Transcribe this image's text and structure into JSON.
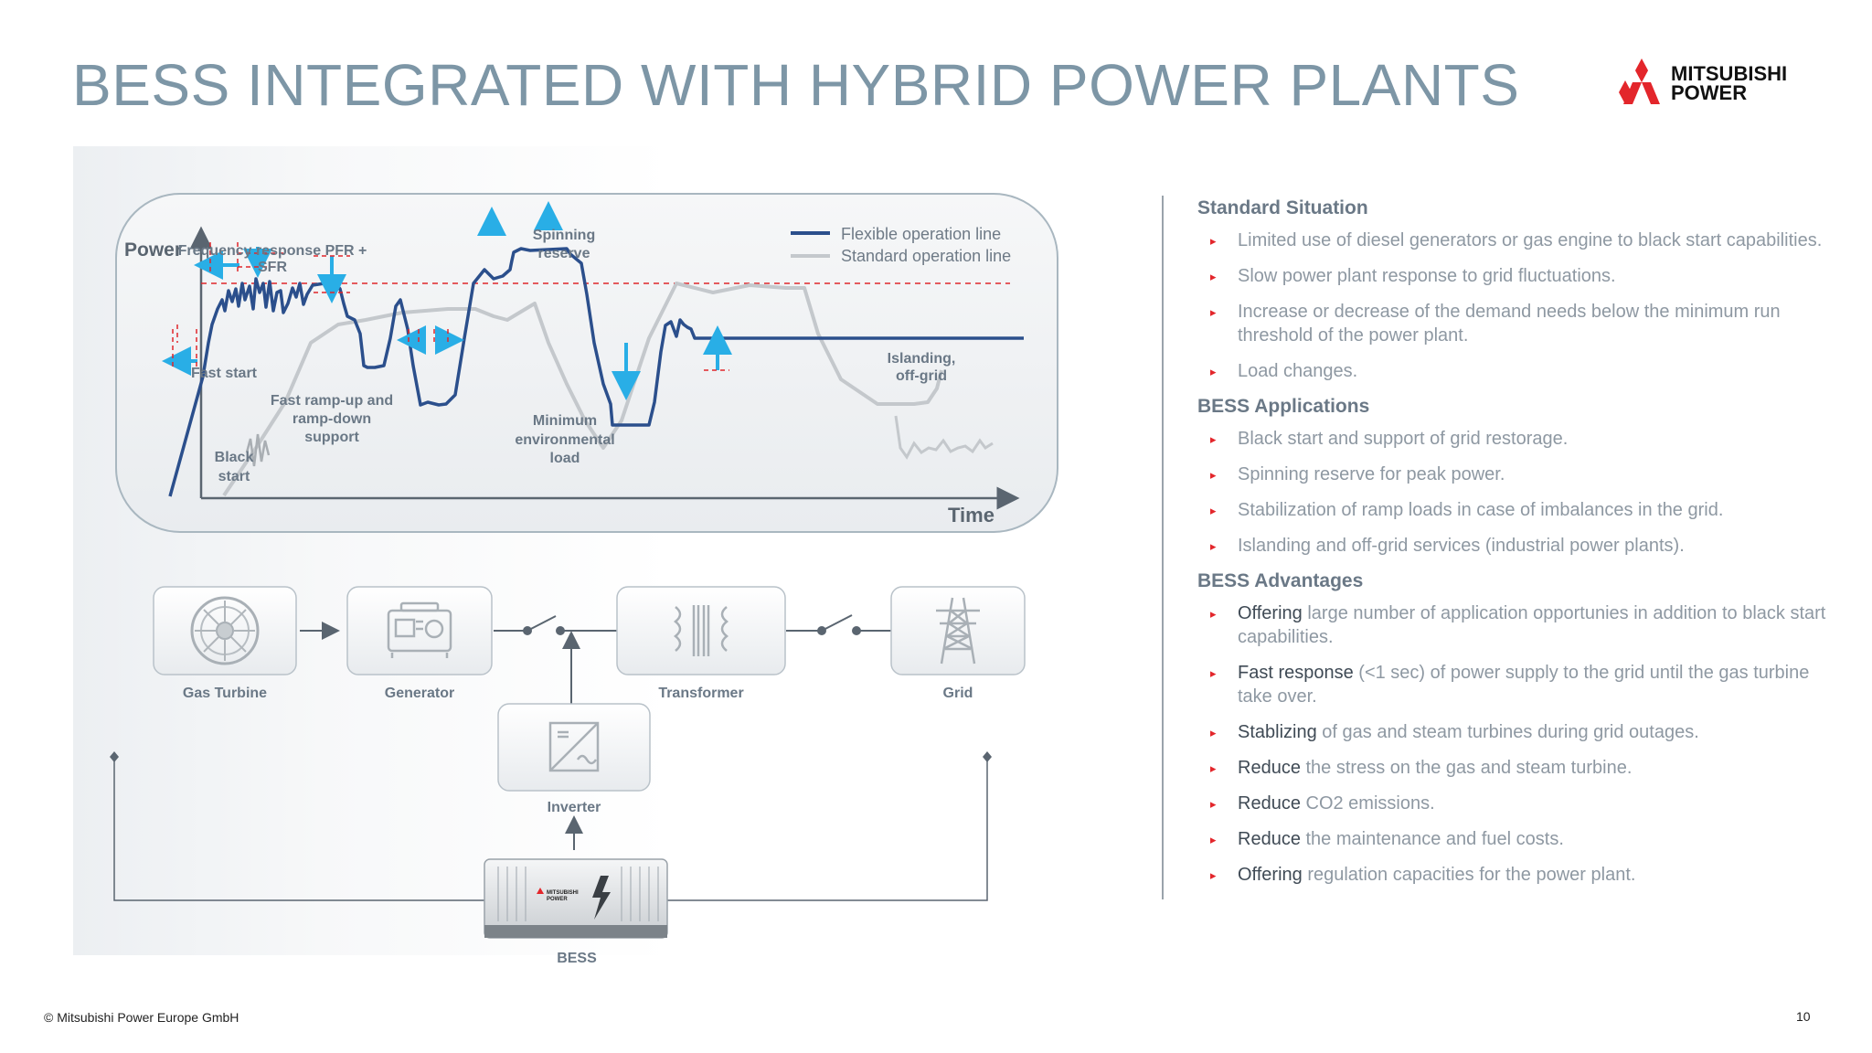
{
  "title": "BESS INTEGRATED WITH HYBRID POWER PLANTS",
  "logo": {
    "line1": "MITSUBISHI",
    "line2": "POWER"
  },
  "chart": {
    "y_axis_label": "Power",
    "x_axis_label": "Time",
    "legend_flexible": "Flexible operation line",
    "legend_standard": "Standard operation line",
    "ann_freq_1": "Frequency response PFR +",
    "ann_freq_2": "SFR",
    "ann_spin_1": "Spinning",
    "ann_spin_2": "reserve",
    "ann_fast_start": "Fast start",
    "ann_black_1": "Black",
    "ann_black_2": "start",
    "ann_ramp_1": "Fast ramp-up and",
    "ann_ramp_2": "ramp-down",
    "ann_ramp_3": "support",
    "ann_min_1": "Minimum",
    "ann_min_2": "environmental",
    "ann_min_3": "load",
    "ann_island_1": "Islanding,",
    "ann_island_2": "off-grid"
  },
  "components": {
    "gas_turbine": "Gas Turbine",
    "generator": "Generator",
    "transformer": "Transformer",
    "grid": "Grid",
    "inverter": "Inverter",
    "bess": "BESS",
    "container_logo_1": "MITSUBISHI",
    "container_logo_2": "POWER"
  },
  "sections": [
    {
      "heading": "Standard Situation",
      "items": [
        {
          "emph": "",
          "text": "Limited use of diesel generators or gas engine to black start capabilities."
        },
        {
          "emph": "",
          "text": "Slow power plant response to grid fluctuations."
        },
        {
          "emph": "",
          "text": "Increase or decrease of the demand needs below the minimum run threshold of the power plant."
        },
        {
          "emph": "",
          "text": "Load changes."
        }
      ]
    },
    {
      "heading": "BESS Applications",
      "items": [
        {
          "emph": "",
          "text": "Black start and support of grid restorage."
        },
        {
          "emph": "",
          "text": "Spinning reserve for peak power."
        },
        {
          "emph": "",
          "text": "Stabilization of ramp loads in case of imbalances in the grid."
        },
        {
          "emph": "",
          "text": "Islanding and off-grid services (industrial power plants)."
        }
      ]
    },
    {
      "heading": "BESS Advantages",
      "items": [
        {
          "emph": "Offering",
          "text": " large number of application opportunies in addition to black start capabilities."
        },
        {
          "emph": "Fast response",
          "text": " (<1 sec) of power supply to the grid until the gas turbine take over."
        },
        {
          "emph": "Stablizing",
          "text": " of gas and steam turbines during grid outages."
        },
        {
          "emph": "Reduce",
          "text": " the stress on the gas and steam turbine."
        },
        {
          "emph": "Reduce",
          "text": " CO2 emissions."
        },
        {
          "emph": "Reduce",
          "text": " the maintenance and fuel costs."
        },
        {
          "emph": "Offering",
          "text": " regulation capacities for the power plant."
        }
      ]
    }
  ],
  "footer": {
    "copyright": "© Mitsubishi Power Europe GmbH",
    "page": "10"
  },
  "colors": {
    "flexible": "#2b4f8c",
    "standard": "#c4c8cc",
    "arrow": "#29aee6",
    "threshold": "#e0262b",
    "bullet": "#e3262b"
  }
}
